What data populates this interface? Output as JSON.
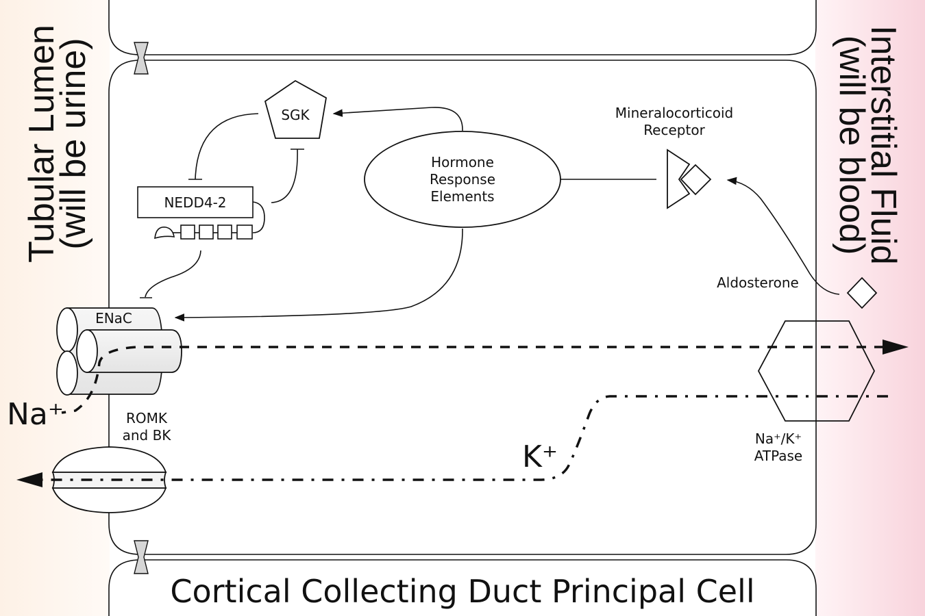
{
  "regions": {
    "lumen": {
      "line1": "Tubular Lumen",
      "line2": "(will be urine)",
      "color_left": "#fdf1e6",
      "color_right": "#fffaf6"
    },
    "interstitial": {
      "line1": "Interstitial Fluid",
      "line2": "(will be blood)",
      "color_left": "#fff4f6",
      "color_right": "#f8d3dc"
    }
  },
  "cell": {
    "title": "Cortical Collecting Duct Principal Cell"
  },
  "molecules": {
    "sgk": "SGK",
    "nedd4": "NEDD4-2",
    "hre": [
      "Hormone",
      "Response",
      "Elements"
    ],
    "mr": [
      "Mineralocorticoid",
      "Receptor"
    ],
    "aldosterone": "Aldosterone",
    "enac": "ENaC",
    "romk": [
      "ROMK",
      "and BK"
    ],
    "atpase": [
      "Na⁺/K⁺",
      "ATPase"
    ]
  },
  "ions": {
    "na": "Na⁺",
    "k": "K⁺"
  },
  "colors": {
    "stroke": "#111111",
    "channel_fill": "#eeeeee",
    "junction_fill": "#d6d6d6"
  }
}
